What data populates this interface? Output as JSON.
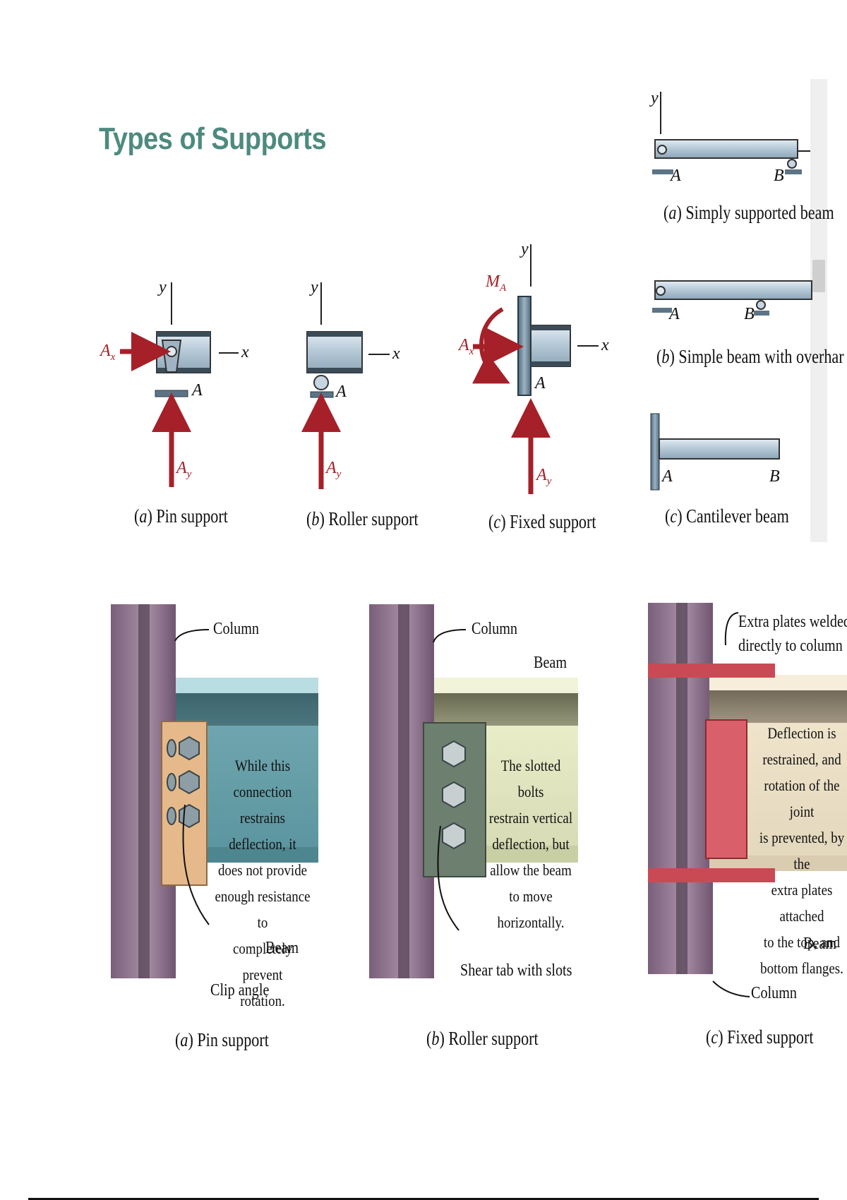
{
  "page": {
    "title": "Types of Supports"
  },
  "colors": {
    "title": "#4d8a7f",
    "reaction_arrow": "#a52028",
    "beam_blue": "#b7cad8",
    "column_purple": "#8a6f8a",
    "beam_teal": "#5e9aa5",
    "beam_cream": "#dfe3bf",
    "beam_tan": "#e8dcc2",
    "plate_red": "#c94a55"
  },
  "support_diagrams": [
    {
      "prefix": "a",
      "caption": "Pin support",
      "labels": {
        "y": "y",
        "x": "x",
        "point": "A",
        "Ax": "A",
        "Ax_sub": "x",
        "Ay": "A",
        "Ay_sub": "y"
      }
    },
    {
      "prefix": "b",
      "caption": "Roller support",
      "labels": {
        "y": "y",
        "x": "x",
        "point": "A",
        "Ay": "A",
        "Ay_sub": "y"
      }
    },
    {
      "prefix": "c",
      "caption": "Fixed support",
      "labels": {
        "y": "y",
        "x": "x",
        "point": "A",
        "MA": "M",
        "MA_sub": "A",
        "Ax": "A",
        "Ax_sub": "x",
        "Ay": "A",
        "Ay_sub": "y"
      }
    }
  ],
  "beam_types": [
    {
      "prefix": "a",
      "caption": "Simply supported beam",
      "labels": {
        "y": "y",
        "A": "A",
        "B": "B"
      }
    },
    {
      "prefix": "b",
      "caption": "Simple beam with overhar",
      "labels": {
        "A": "A",
        "B": "B"
      }
    },
    {
      "prefix": "c",
      "caption": "Cantilever beam",
      "labels": {
        "A": "A",
        "B": "B"
      }
    }
  ],
  "connections": [
    {
      "prefix": "a",
      "caption": "Pin support",
      "column_label": "Column",
      "beam_label": "Beam",
      "detail_label": "Clip angle",
      "note": [
        "While this connection",
        "restrains deflection, it",
        "does not provide",
        "enough resistance to",
        "completely prevent",
        "rotation."
      ]
    },
    {
      "prefix": "b",
      "caption": "Roller support",
      "column_label": "Column",
      "beam_label": "Beam",
      "detail_label": "Shear tab with slots",
      "note": [
        "The slotted bolts",
        "restrain vertical",
        "deflection, but",
        "allow the beam",
        "to move",
        "horizontally."
      ]
    },
    {
      "prefix": "c",
      "caption": "Fixed support",
      "column_label": "Column",
      "beam_label": "Beam",
      "detail_label_lines": [
        "Extra plates welded",
        "directly to column"
      ],
      "note": [
        "Deflection is",
        "restrained, and",
        "rotation of the joint",
        "is prevented, by the",
        "extra plates attached",
        "to the top, and",
        "bottom flanges."
      ]
    }
  ]
}
